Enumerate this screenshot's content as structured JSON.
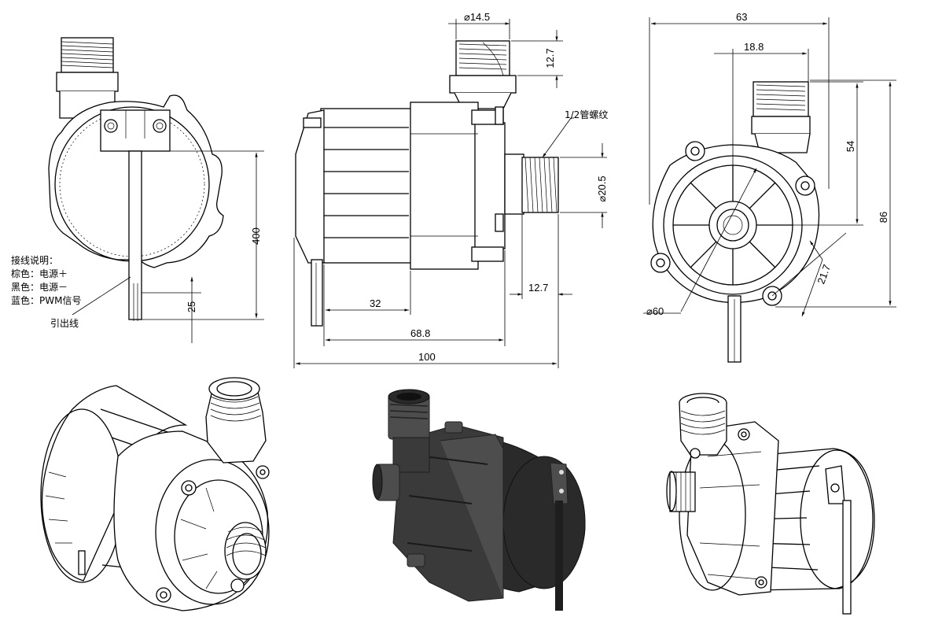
{
  "dimensions": {
    "d14_5": "⌀14.5",
    "d12_7_top": "12.7",
    "thread_note": "1/2管螺纹",
    "d20_5": "⌀20.5",
    "d32": "32",
    "d68_8": "68.8",
    "d100": "100",
    "d12_7_side": "12.7",
    "d400": "400",
    "d25": "25",
    "d63": "63",
    "d18_8": "18.8",
    "d54": "54",
    "d86": "86",
    "d21_7": "21.7",
    "d60": "⌀60"
  },
  "wiring": {
    "title": "接线说明：",
    "brown": "棕色：电源＋",
    "black": "黑色：电源－",
    "blue": "蓝色：PWM信号",
    "lead": "引出线"
  },
  "colors": {
    "line": "#000000",
    "rendered_body": "#3a3a3a"
  }
}
